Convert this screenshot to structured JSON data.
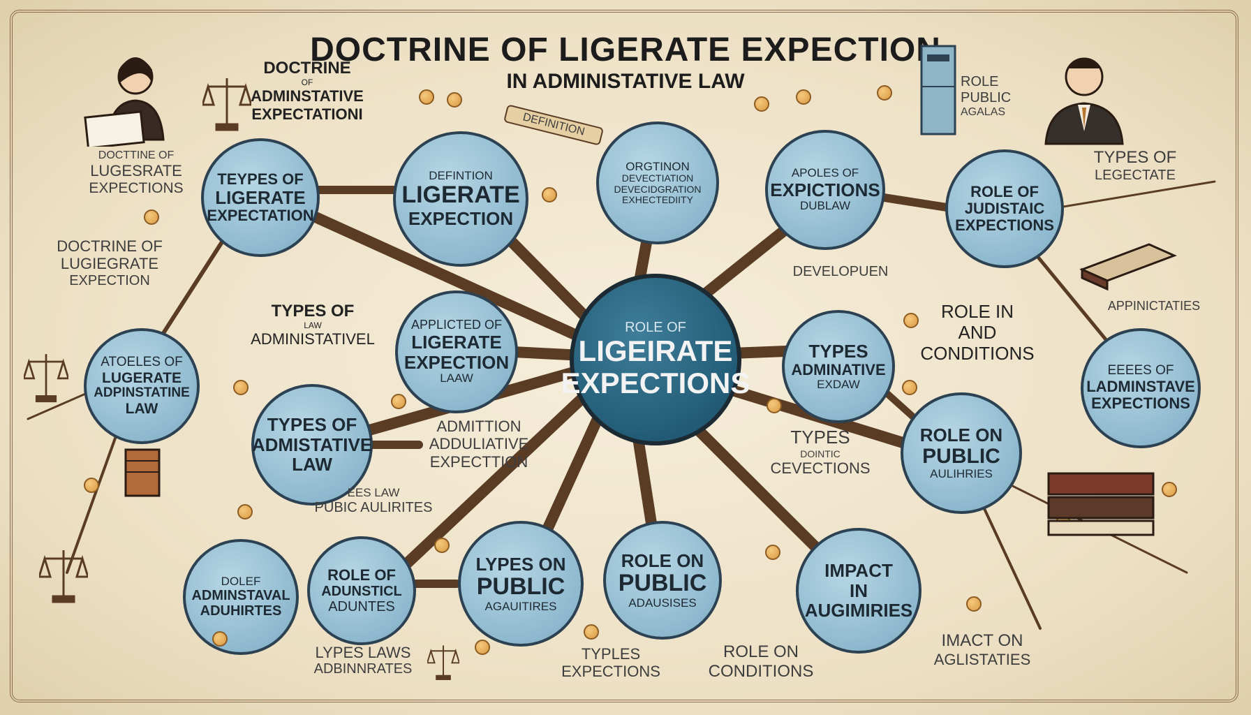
{
  "header": {
    "title": "DOCTRINE OF LIGERATE EXPECTION",
    "subtitle": "IN ADMINISTATIVE LAW"
  },
  "center": {
    "lines": [
      "ROLE OF",
      "LIGEIRATE",
      "EXPECTIONS"
    ]
  },
  "nodes": {
    "n_types_top_left": [
      "TEYPES OF",
      "LIGERATE",
      "EXPECTATION"
    ],
    "n_definition": [
      "DEFINTION",
      "LIGERATE",
      "EXPECTION"
    ],
    "n_origin": [
      "ORGTINON",
      "DEVECTIATION",
      "DEVECIDGRATION",
      "EXHECTEDIITY"
    ],
    "n_apoles": [
      "APOLES OF",
      "EXPICTIONS",
      "DUBLAW"
    ],
    "n_role_judistaic": [
      "ROLE OF",
      "JUDISTAIC",
      "EXPECTIONS"
    ],
    "n_atoeles": [
      "ATOELES OF",
      "LUGERATE",
      "ADPINSTATINE",
      "LAW"
    ],
    "n_applicted": [
      "APPLICTED OF",
      "LIGERATE",
      "EXPECTION",
      "LAAW"
    ],
    "n_types_adminative": [
      "TYPES",
      "ADMINATIVE",
      "EXDAW"
    ],
    "n_eeees": [
      "EEEES OF",
      "LADMINSTAVE",
      "EXPECTIONS"
    ],
    "n_types_admistative": [
      "TYPES OF",
      "ADMISTATIVE",
      "LAW"
    ],
    "n_role_public_right": [
      "ROLE ON",
      "PUBLIC",
      "AULIHRIES"
    ],
    "n_dolef": [
      "DOLEF",
      "ADMINSTAVAL",
      "ADUHIRTES"
    ],
    "n_role_adunstical": [
      "ROLE OF",
      "ADUNSTICL",
      "ADUNTES"
    ],
    "n_lypes_public": [
      "LYPES ON",
      "PUBLIC",
      "AGAUITIRES"
    ],
    "n_role_public_mid": [
      "ROLE ON",
      "PUBLIC",
      "ADAUSISES"
    ],
    "n_impact": [
      "IMPACT",
      "IN",
      "AUGIMIRIES"
    ]
  },
  "labels": {
    "l_doctrine_top": [
      "DOCTRINE",
      "OF",
      "ADMINSTATIVE",
      "EXPECTATIONI"
    ],
    "l_lugesrate": [
      "DOCTTINE OF",
      "LUGESRATE",
      "EXPECTIONS"
    ],
    "l_doctrine_left": [
      "DOCTRINE OF",
      "LUGIEGRATE",
      "EXPECTION"
    ],
    "l_types_left": [
      "TYPES OF",
      "LAW",
      "ADMINISTATIVEL"
    ],
    "l_admition": [
      "ADMITTION",
      "ADDULIATIVE",
      "EXPECTTION"
    ],
    "l_public_aulirites": [
      "EES LAW",
      "PUBIC AULIRITES"
    ],
    "l_lypes_laws": [
      "LYPES LAWS",
      "ADBINNRATES"
    ],
    "l_typles": [
      "TYPLES",
      "EXPECTIONS"
    ],
    "l_role_conditions_bottom": [
      "ROLE ON",
      "CONDITIONS"
    ],
    "l_imact": [
      "IMACT ON",
      "AGLISTATIES"
    ],
    "l_role_public_top": [
      "ROLE",
      "PUBLIC",
      "AGALAS"
    ],
    "l_types_legecate": [
      "TYPES OF",
      "LEGECTATE"
    ],
    "l_developuen": [
      "DEVELOPUEN"
    ],
    "l_role_in_conditions": [
      "ROLE IN",
      "AND",
      "CONDITIONS"
    ],
    "l_types_cevections": [
      "TYPES",
      "DOINTIC",
      "CEVECTIONS"
    ],
    "l_apinictates": [
      "APPINICTATIES"
    ],
    "l_definition_tag": [
      "DEFINITION"
    ]
  },
  "colors": {
    "node_fill": "#8fb9cf",
    "center_fill": "#235c77",
    "outline": "#2c4252",
    "branch": "#5a3c24",
    "coin": "#e0a650",
    "paper": "#efe4cc"
  },
  "icons": [
    "scale-icon",
    "person-icon",
    "book-icon",
    "cabinet-icon",
    "coin-icon"
  ]
}
